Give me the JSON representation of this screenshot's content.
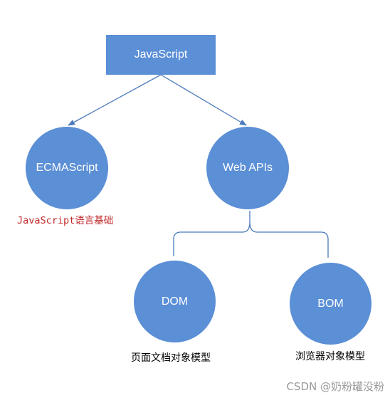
{
  "colors": {
    "node_fill": "#5b8fd6",
    "node_text": "#ffffff",
    "connector": "#4a7ab9",
    "ecma_caption": "#c0282a",
    "caption": "#000000",
    "watermark": "#9a9a9a"
  },
  "nodes": {
    "root": {
      "label": "JavaScript",
      "shape": "rectangle"
    },
    "ecma": {
      "label": "ECMAScript",
      "shape": "circle"
    },
    "webapi": {
      "label": "Web APIs",
      "shape": "circle"
    },
    "dom": {
      "label": "DOM",
      "shape": "circle"
    },
    "bom": {
      "label": "BOM",
      "shape": "circle"
    }
  },
  "edges": [
    {
      "from": "JavaScript",
      "to": "ECMAScript",
      "style": "arrow"
    },
    {
      "from": "JavaScript",
      "to": "Web APIs",
      "style": "arrow"
    },
    {
      "from": "Web APIs",
      "to": "DOM",
      "style": "brace"
    },
    {
      "from": "Web APIs",
      "to": "BOM",
      "style": "brace"
    }
  ],
  "captions": {
    "ecma": "JavaScript语言基础",
    "dom": "页面文档对象模型",
    "bom": "浏览器对象模型"
  },
  "watermark": "CSDN @奶粉罐没粉"
}
